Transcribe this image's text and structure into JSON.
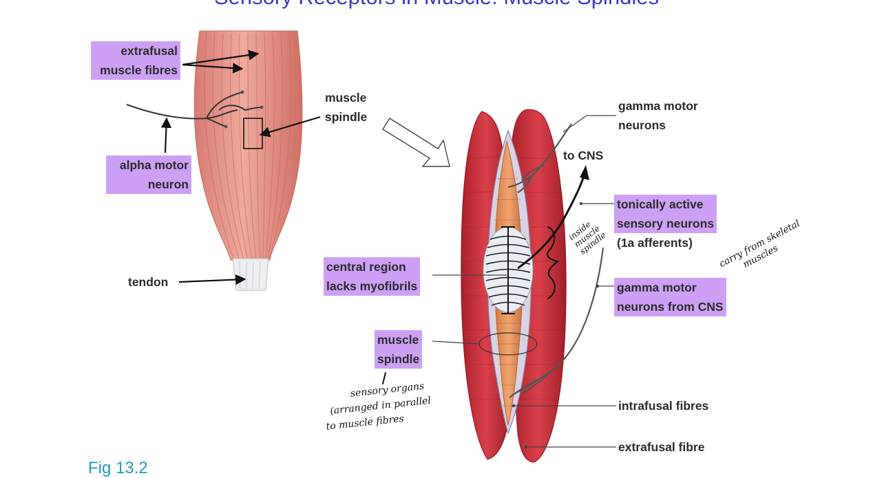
{
  "title": "Sensory Receptors in Muscle: Muscle Spindles",
  "caption": "Fig 13.2",
  "labels": {
    "extrafusal_muscle_fibres": [
      "extrafusal",
      "muscle fibres"
    ],
    "alpha_motor_neuron": [
      "alpha motor",
      "neuron"
    ],
    "muscle_spindle_top": [
      "muscle",
      "spindle"
    ],
    "tendon": "tendon",
    "gamma_motor_neurons_top": [
      "gamma motor",
      "neurons"
    ],
    "to_cns": "to CNS",
    "tonically_active": [
      "tonically active",
      "sensory neurons",
      "(1a afferents)"
    ],
    "central_region": [
      "central region",
      "lacks myofibrils"
    ],
    "gamma_motor_from_cns": [
      "gamma motor",
      "neurons from CNS"
    ],
    "muscle_spindle_bottom": [
      "muscle",
      "spindle"
    ],
    "intrafusal_fibres": "intrafusal fibres",
    "extrafusal_fibre": "extrafusal fibre"
  },
  "handwritten": {
    "inside_spindle": [
      "inside",
      "muscle",
      "spindle"
    ],
    "from_skeletal": [
      "carry from skeletal",
      "muscles"
    ],
    "sensory_organs": [
      "sensory organs",
      "(arranged in parallel",
      "to muscle fibres"
    ]
  },
  "colors": {
    "highlight": "#cda0f5",
    "title": "#3b35c9",
    "caption": "#1a9cb5",
    "muscle": "#e89a8e",
    "extrafusal": "#c8323e",
    "intrafusal": "#e8935c"
  }
}
